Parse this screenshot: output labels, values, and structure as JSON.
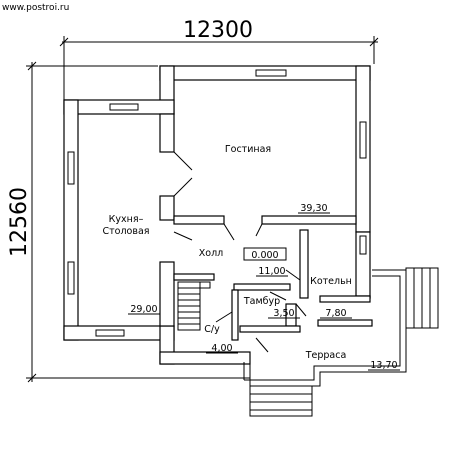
{
  "watermark": "www.postroi.ru",
  "dimensions": {
    "width": "12300",
    "height": "12560"
  },
  "rooms": [
    {
      "name": "Гостиная",
      "area": "39,30"
    },
    {
      "name_line1": "Кухня–",
      "name_line2": "Столовая",
      "area": "29,00"
    },
    {
      "name": "Холл",
      "area": "11,00"
    },
    {
      "name": "Котельн",
      "area": "7,80"
    },
    {
      "name": "Тамбур",
      "area": "3,50"
    },
    {
      "name": "С/у",
      "area": "4,00"
    },
    {
      "name": "Терраса",
      "area": "13,70"
    }
  ],
  "level_mark": "0.000"
}
